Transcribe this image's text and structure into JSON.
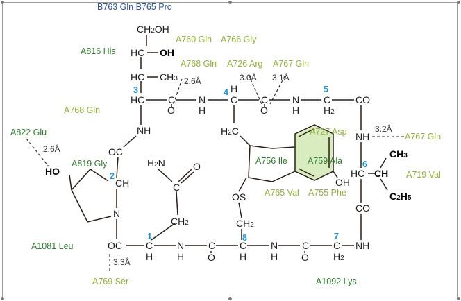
{
  "colors": {
    "blue_header": "#2a52a8",
    "residue_dark": "#2f7d2f",
    "residue_light": "#8fb23a",
    "position_number": "#1c8fd6",
    "bond": "#2a1e16",
    "ring_fill": "#d8ecc0"
  },
  "header": {
    "b_residues": "B763 Gln  B765 Pro"
  },
  "residues": {
    "a816_his": "A816 His",
    "a760_gln": "A760 Gln",
    "a766_gly": "A766 Gly",
    "a768_gln_top": "A768 Gln",
    "a726_arg": "A726 Arg",
    "a767_gln_top": "A767 Gln",
    "a768_gln_left": "A768 Gln",
    "a822_glu": "A822 Glu",
    "a819_gly": "A819 Gly",
    "a727_asp": "A727 Asp",
    "a767_gln_right": "A767 Gln",
    "a756_ile": "A756 Ile",
    "a759_ala": "A759 Ala",
    "a719_val": "A719 Val",
    "a765_val": "A765 Val",
    "a755_phe": "A755 Phe",
    "a1081_leu": "A1081 Leu",
    "a769_ser": "A769 Ser",
    "a1092_lys": "A1092 Lys"
  },
  "distances": {
    "d_2_6_top": "2.6Å",
    "d_3_0": "3.0Å",
    "d_3_1": "3.1Å",
    "d_2_6_left": "2.6Å",
    "d_3_2": "3.2Å",
    "d_3_3": "3.3Å"
  },
  "positions": {
    "p1": "1",
    "p2": "2",
    "p3": "3",
    "p4": "4",
    "p5": "5",
    "p6": "6",
    "p7": "7",
    "p8": "8"
  },
  "atoms": {
    "ch2oh_top": "CH",
    "ch2oh_sub": "2",
    "ch2oh_oh": "OH",
    "hc_oh_hc": "HC",
    "hc_oh_oh": "OH",
    "hc_ch3_hc": "HC",
    "hc_ch3_ch": "CH",
    "hc_ch3_sub": "3",
    "hc_3": "HC",
    "c_carbonyl_1": "C",
    "o_carbonyl_1": "O",
    "n_amide_1": "N",
    "h_amide_1": "H",
    "c_4": "C",
    "h_4": "H",
    "c_carbonyl_2": "C",
    "o_carbonyl_2": "O",
    "n_amide_2": "N",
    "h_amide_2": "H",
    "c_5": "C",
    "h2_5": "H",
    "h2_5_sub": "2",
    "co_right_top": "CO",
    "h2c_ring": "H",
    "h2c_ring_sub": "2",
    "h2c_ring_c": "C",
    "nh_left": "NH",
    "oc_left": "OC",
    "ho_ring": "HO",
    "ch_2": "CH",
    "n_pro": "N",
    "h2n": "H",
    "h2n_sub": "2",
    "h2n_n": "N",
    "c_amide": "C",
    "o_amide": "O",
    "ch2_mid": "CH",
    "ch2_mid_sub": "2",
    "nh_right": "NH",
    "hc_6": "HC",
    "ch_6": "CH",
    "ch3_6": "CH",
    "ch3_6_sub": "3",
    "c2h5_c": "C",
    "c2h5_2": "2",
    "c2h5_h": "H",
    "c2h5_5": "5",
    "oh_phenol": "OH",
    "co_right_bot": "CO",
    "os": "OS",
    "ch2_s": "CH",
    "ch2_s_sub": "2",
    "oc_bottom": "OC",
    "c_1": "C",
    "h_1": "H",
    "n_b1": "N",
    "h_b1": "H",
    "c_b2": "C",
    "o_b2": "O",
    "c_8": "C",
    "h_8": "H",
    "n_b3": "N",
    "h_b3": "H",
    "c_b4": "C",
    "o_b4": "O",
    "c_7": "C",
    "h2_7": "H",
    "h2_7_sub": "2",
    "nh_bottom_right": "NH"
  }
}
